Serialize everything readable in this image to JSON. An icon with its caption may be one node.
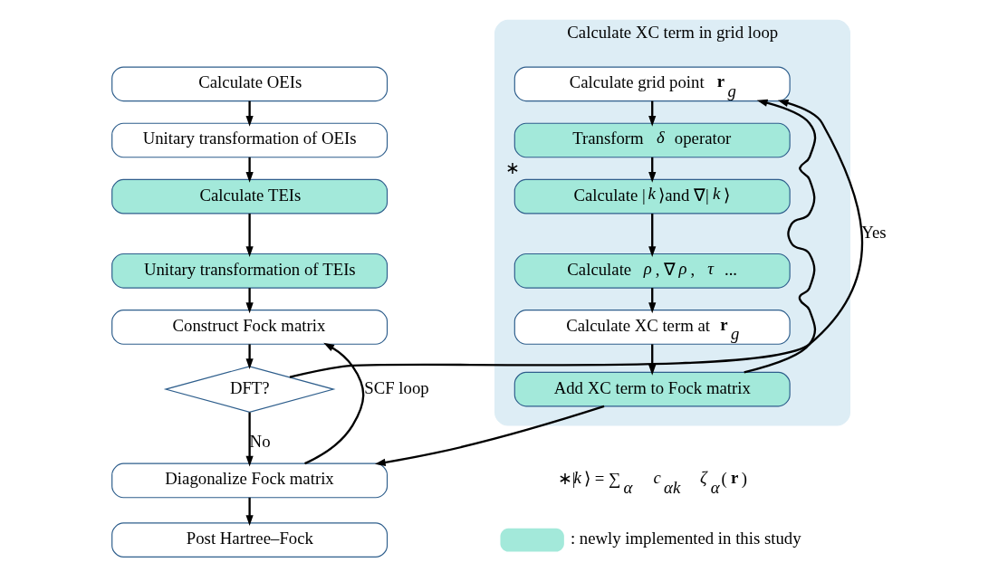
{
  "diagram": {
    "nodes": [
      {
        "text": [
          "Calculate OEIs"
        ]
      },
      {
        "text": [
          "Unitary transformation of OEIs"
        ]
      },
      {
        "text": [
          "Calculate TEIs"
        ]
      },
      {
        "text": [
          "Unitary transformation of TEIs"
        ]
      },
      {
        "text": [
          "Construct Fock matrix"
        ]
      },
      {
        "text": [
          "DFT?"
        ]
      },
      {
        "text": [
          "Diagonalize Fock matrix"
        ]
      },
      {
        "text": [
          "Post Hartree–Fock"
        ]
      },
      {
        "text": [
          "Calculate XC term in grid loop"
        ]
      },
      {
        "text": [
          "Calculate grid point **r**$_{g}$"
        ],
        "in": 8
      },
      {
        "text": [
          "Transform *δ* operator"
        ],
        "in": 8
      },
      {
        "text": [
          "Calculate |*k*⟩and ∇|*k*⟩"
        ],
        "in": 8,
        "beside": [
          "∗"
        ]
      },
      {
        "text": [
          "Calculate *ρ*, ∇*ρ*, *τ* ..."
        ],
        "in": 8
      },
      {
        "text": [
          "Calculate XC term at **r**$_{g}$"
        ],
        "in": 8
      },
      {
        "text": [
          "Add XC term to Fock matrix"
        ],
        "in": 8
      }
    ],
    "edges": [
      {
        "from": 0,
        "to": 1,
        "arrow": "to"
      },
      {
        "from": 1,
        "to": 2,
        "arrow": "to"
      },
      {
        "from": 2,
        "to": 3,
        "arrow": "to"
      },
      {
        "from": 3,
        "to": 4,
        "arrow": "to"
      },
      {
        "from": 4,
        "to": 5,
        "arrow": "to"
      },
      {
        "from": 5,
        "to": 9,
        "arrow": "to",
        "label": "Yes"
      },
      {
        "from": 5,
        "to": 6,
        "arrow": "to",
        "label": "No"
      },
      {
        "from": 9,
        "to": 10,
        "arrow": "to"
      },
      {
        "from": 10,
        "to": 11,
        "arrow": "to"
      },
      {
        "from": 11,
        "to": 12,
        "arrow": "to"
      },
      {
        "from": 12,
        "to": 13,
        "arrow": "to"
      },
      {
        "from": 13,
        "to": 14,
        "arrow": "to"
      },
      {
        "from": 14,
        "to": 9,
        "arrow": "to"
      },
      {
        "from": 14,
        "to": 6,
        "arrow": "to"
      },
      {
        "from": 6,
        "to": 4,
        "arrow": "to",
        "label": "SCF loop"
      },
      {
        "from": 6,
        "to": 7,
        "arrow": "to"
      }
    ],
    "labels": [
      "∗|*k*⟩ = ∑$_{α}$ *c*$_{αk}$ *ζ*$_{α}$(**r**)"
    ],
    "legend": [
      {
        "text": ": newly implemented in this study",
        "color": "#a3e9da"
      }
    ]
  }
}
